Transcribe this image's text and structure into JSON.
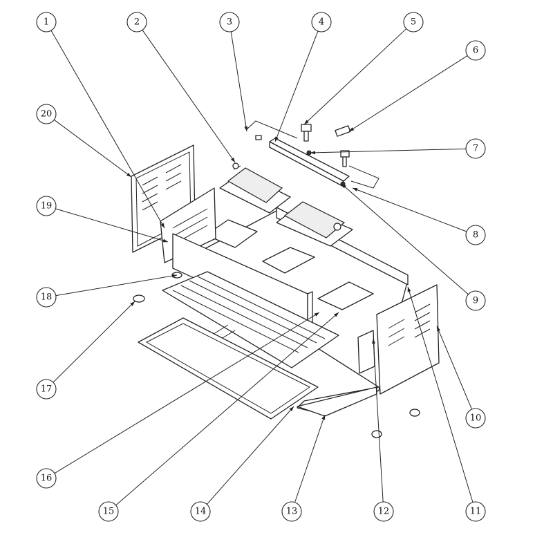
{
  "title": "Exploded parts diagram",
  "callouts": [
    {
      "label": "1"
    },
    {
      "label": "2"
    },
    {
      "label": "3"
    },
    {
      "label": "4"
    },
    {
      "label": "5"
    },
    {
      "label": "6"
    },
    {
      "label": "7"
    },
    {
      "label": "8"
    },
    {
      "label": "9"
    },
    {
      "label": "10"
    },
    {
      "label": "11"
    },
    {
      "label": "12"
    },
    {
      "label": "13"
    },
    {
      "label": "14"
    },
    {
      "label": "15"
    },
    {
      "label": "16"
    },
    {
      "label": "17"
    },
    {
      "label": "18"
    },
    {
      "label": "19"
    },
    {
      "label": "20"
    }
  ],
  "colors": {
    "line": "#222222",
    "background": "#ffffff"
  }
}
